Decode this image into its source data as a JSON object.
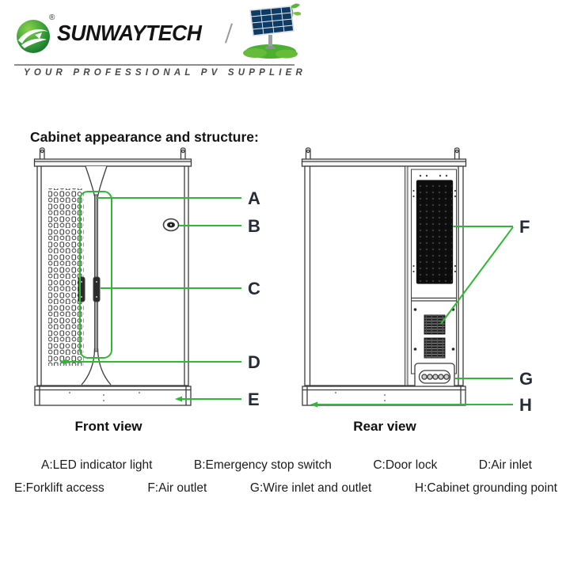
{
  "brand": {
    "wordmark": "SUNWAYTECH",
    "registered": "®",
    "tagline": "YOUR PROFESSIONAL PV SUPPLIER"
  },
  "page": {
    "title": "Cabinet appearance and structure:"
  },
  "diagram": {
    "front_caption": "Front view",
    "rear_caption": "Rear view",
    "callouts": {
      "a": "A",
      "b": "B",
      "c": "C",
      "d": "D",
      "e": "E",
      "f": "F",
      "g": "G",
      "h": "H"
    }
  },
  "legend": {
    "row1": [
      "A:LED indicator light",
      "B:Emergency stop switch",
      "C:Door lock",
      "D:Air inlet"
    ],
    "row2": [
      "E:Forklift access",
      "F:Air outlet",
      "G:Wire inlet and outlet",
      "H:Cabinet grounding point"
    ]
  },
  "colors": {
    "annotation_green": "#2EB835",
    "drawing_line": "#3C3C3C",
    "brand_green": "#3FA33C"
  }
}
